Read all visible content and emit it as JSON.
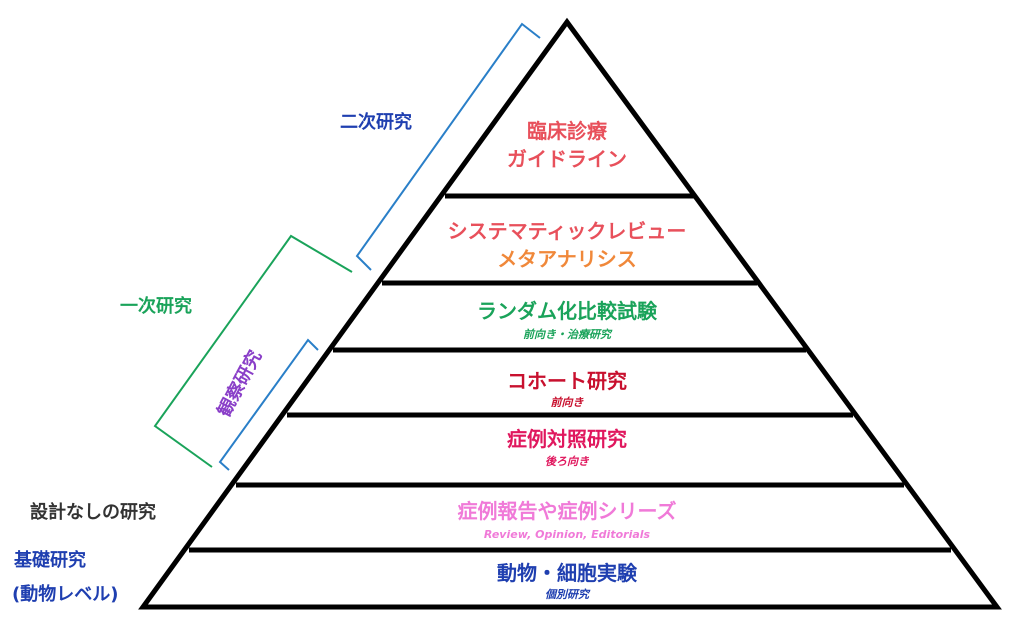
{
  "levels": [
    {
      "lines": [
        "臨床診療",
        "ガイドライン"
      ],
      "colors": [
        "#e8505b",
        "#e8505b"
      ]
    },
    {
      "lines": [
        "システマティックレビュー",
        "メタアナリシス"
      ],
      "colors": [
        "#e8505b",
        "#f0883a"
      ]
    },
    {
      "title": "ランダム化比較試験",
      "sub": "前向き・治療研究",
      "color": "#1aa35a"
    },
    {
      "title": "コホート研究",
      "sub": "前向き",
      "color": "#c8102e"
    },
    {
      "title": "症例対照研究",
      "sub": "後ろ向き",
      "color": "#e0185e"
    },
    {
      "title": "症例報告や症例シリーズ",
      "sub": "Review, Opinion, Editorials",
      "color": "#f07ad8"
    },
    {
      "title": "動物・細胞実験",
      "sub": "個別研究",
      "color": "#1f3fb0"
    }
  ],
  "side_labels": {
    "secondary": "二次研究",
    "primary": "一次研究",
    "observational": "観察研究",
    "no_design": "設計なしの研究",
    "basic_1": "基礎研究",
    "basic_2": "(動物レベル)"
  },
  "colors": {
    "secondary": "#1f3fb0",
    "secondary_bracket": "#2a7fc8",
    "primary": "#1aa35a",
    "observational": "#8a3fc8",
    "no_design": "#333333",
    "basic": "#1f3fb0"
  }
}
